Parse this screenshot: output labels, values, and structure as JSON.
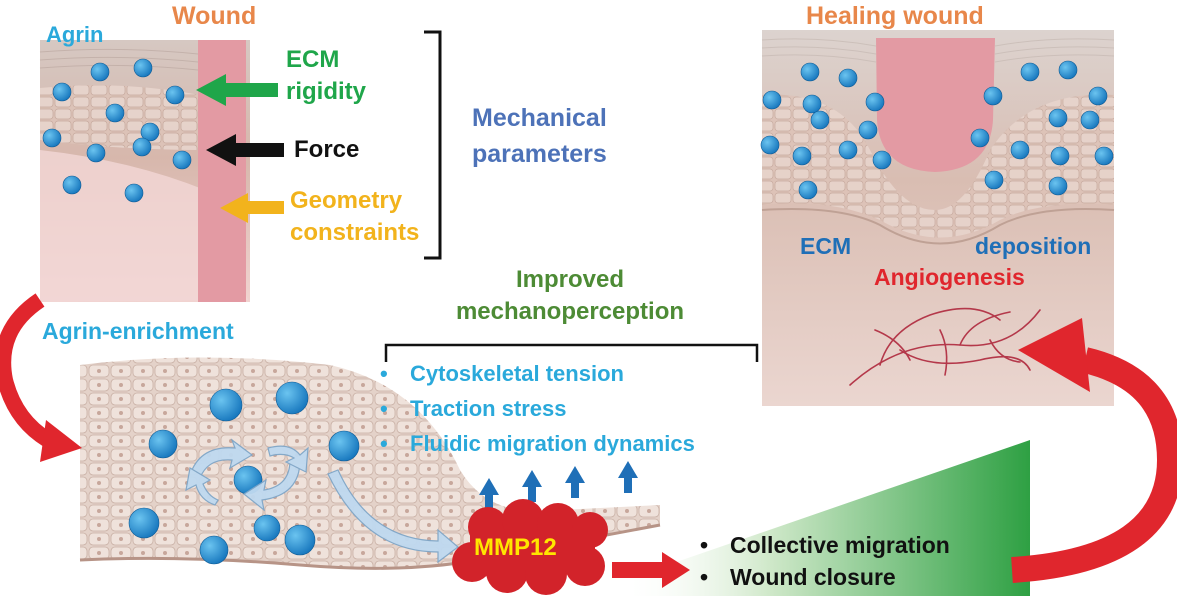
{
  "panel_wound": {
    "agrin_label": "Agrin",
    "title": "Wound",
    "arrows": [
      {
        "label": "ECM\nrigidity",
        "color": "#1FA64A"
      },
      {
        "label": "Force",
        "color": "#111111"
      },
      {
        "label": "Geometry\nconstraints",
        "color": "#F2B31C"
      }
    ],
    "bracket_label": "Mechanical\nparameters"
  },
  "panel_healing": {
    "title": "Healing wound",
    "ecm_label": "ECM",
    "deposition_label": "deposition",
    "angiogenesis_label": "Angiogenesis"
  },
  "panel_enrichment": {
    "title": "Agrin-enrichment",
    "improved_label": "Improved\nmechanoperception",
    "bullets": [
      "Cytoskeletal tension",
      "Traction stress",
      "Fluidic migration dynamics"
    ],
    "mmp_label": "MMP12",
    "outcomes": [
      "Collective migration",
      "Wound closure"
    ]
  },
  "colors": {
    "wound_title": "#E8874A",
    "agrin_dot": "#1E8FD0",
    "wound_channel": "#E39AA3",
    "mmp": "#D2232A",
    "mmp_text": "#FFE600",
    "curved_arrow": "#E0262D",
    "up_arrow": "#1F6FB7",
    "gradient_green": "#2EA043"
  }
}
